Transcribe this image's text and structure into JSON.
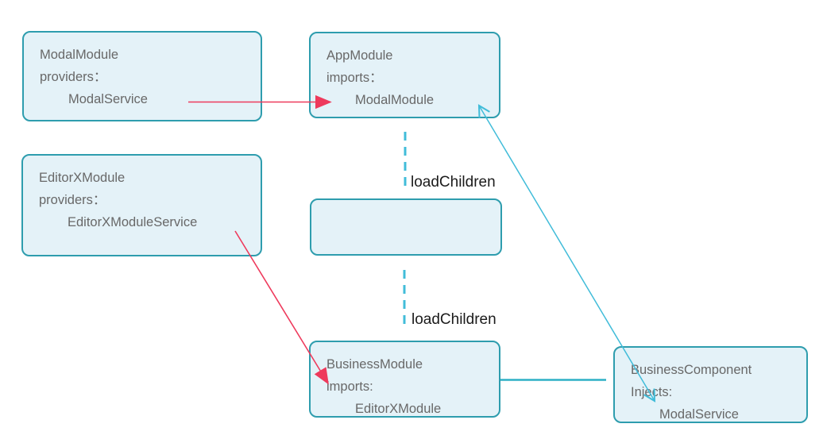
{
  "diagram": {
    "boxes": {
      "modal_module": {
        "title": "ModalModule",
        "keyword": "providers：",
        "value": "ModalService"
      },
      "app_module": {
        "title": "AppModule",
        "keyword": "imports：",
        "value": "ModalModule"
      },
      "editorx_module": {
        "title": "EditorXModule",
        "keyword": "providers：",
        "value": "EditorXModuleService"
      },
      "router_placeholder": {
        "title": ""
      },
      "business_module": {
        "title": "BusinessModule",
        "keyword": "imports:",
        "value": "EditorXModule"
      },
      "business_component": {
        "title": "BusinessComponent",
        "keyword": "Injects:",
        "value": "ModalService"
      }
    },
    "connectors": [
      {
        "from": "ModalModule.ModalService",
        "to": "AppModule.imports",
        "type": "solid-arrow",
        "color": "#ee3a5c",
        "label": ""
      },
      {
        "from": "AppModule",
        "to": "router_placeholder",
        "type": "dashed-line",
        "color": "#41bcd9",
        "label": "loadChildren"
      },
      {
        "from": "router_placeholder",
        "to": "BusinessModule",
        "type": "dashed-line",
        "color": "#41bcd9",
        "label": "loadChildren"
      },
      {
        "from": "EditorXModule.EditorXModuleService",
        "to": "BusinessModule.imports",
        "type": "solid-arrow",
        "color": "#ee3a5c",
        "label": ""
      },
      {
        "from": "BusinessModule",
        "to": "BusinessComponent",
        "type": "solid-line",
        "color": "#2fb0c6",
        "label": ""
      },
      {
        "from": "BusinessComponent.ModalService",
        "to": "AppModule",
        "type": "double-arrow",
        "color": "#41bcd9",
        "label": ""
      }
    ],
    "colors": {
      "box_fill": "#e4f2f8",
      "box_border": "#2e9dae",
      "box_text": "#686868",
      "label_text": "#1b1b1b",
      "red_arrow": "#ee3a5c",
      "teal_arrow": "#41bcd9",
      "teal_connector": "#2fb0c6"
    }
  }
}
